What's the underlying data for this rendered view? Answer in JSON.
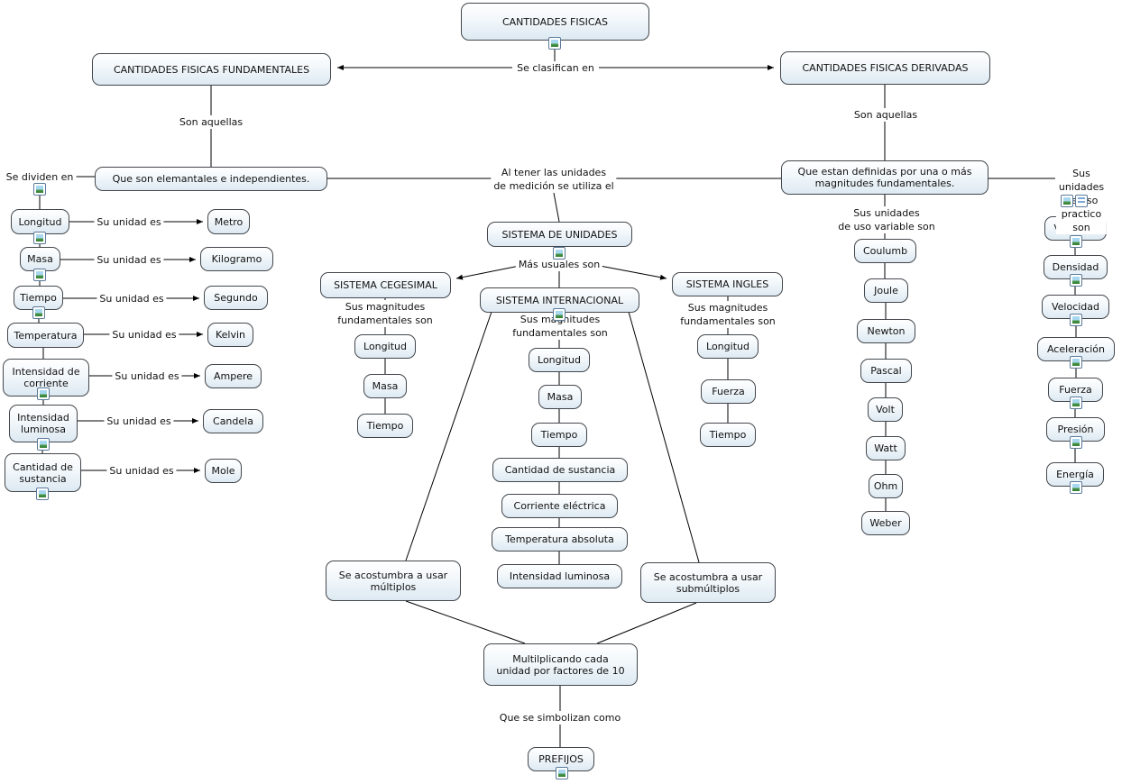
{
  "nodes": {
    "cantidades_fisicas": "CANTIDADES FISICAS",
    "fundamentales": "CANTIDADES FISICAS FUNDAMENTALES",
    "derivadas": "CANTIDADES FISICAS DERIVADAS",
    "elementales": "Que son elemantales e independientes.",
    "definidas": "Que estan definidas por una o más\nmagnitudes fundamentales.",
    "longitud": "Longitud",
    "masa": "Masa",
    "tiempo": "Tiempo",
    "temperatura": "Temperatura",
    "intensidad_corriente": "Intensidad de\ncorriente",
    "intensidad_luminosa": "Intensidad\nluminosa",
    "cantidad_sustancia": "Cantidad de\nsustancia",
    "metro": "Metro",
    "kilogramo": "Kilogramo",
    "segundo": "Segundo",
    "kelvin": "Kelvin",
    "ampere": "Ampere",
    "candela": "Candela",
    "mole": "Mole",
    "sistema_unidades": "SISTEMA DE UNIDADES",
    "sistema_cegesimal": "SISTEMA CEGESIMAL",
    "sistema_internacional": "SISTEMA INTERNACIONAL",
    "sistema_ingles": "SISTEMA INGLES",
    "ceg_longitud": "Longitud",
    "ceg_masa": "Masa",
    "ceg_tiempo": "Tiempo",
    "si_longitud": "Longitud",
    "si_masa": "Masa",
    "si_tiempo": "Tiempo",
    "si_cantidad_sustancia": "Cantidad de sustancia",
    "si_corriente_electrica": "Corriente eléctrica",
    "si_temperatura_absoluta": "Temperatura absoluta",
    "si_intensidad_luminosa": "Intensidad luminosa",
    "ing_longitud": "Longitud",
    "ing_fuerza": "Fuerza",
    "ing_tiempo": "Tiempo",
    "multiplos": "Se acostumbra a usar\nmúltiplos",
    "submultiplos": "Se acostumbra a usar\nsubmúltiplos",
    "factores": "Multilplicando cada\nunidad por factores de 10",
    "prefijos": "PREFIJOS",
    "coulumb": "Coulumb",
    "joule": "Joule",
    "newton": "Newton",
    "pascal": "Pascal",
    "volt": "Volt",
    "watt": "Watt",
    "ohm": "Ohm",
    "weber": "Weber",
    "volumen": "Volumen",
    "densidad": "Densidad",
    "velocidad": "Velocidad",
    "aceleracion": "Aceleración",
    "fuerza": "Fuerza",
    "presion": "Presión",
    "energia": "Energía"
  },
  "links": {
    "se_clasifican": "Se clasifican en",
    "son_aquellas_izq": "Son aquellas",
    "son_aquellas_der": "Son aquellas",
    "se_dividen": "Se dividen en",
    "su_unidad": "Su unidad es",
    "al_tener": "Al tener las unidades\nde medición se utiliza el",
    "mas_usuales": "Más usuales son",
    "sus_magnitudes": "Sus magnitudes\nfundamentales son",
    "sus_unidades_variable": "Sus unidades\nde uso variable son",
    "sus_unidades_practico": "Sus unidades\nde uso practico son",
    "que_simbolizan": "Que se simbolizan como"
  },
  "icons": {
    "image_resource": "image-resource-icon",
    "table_resource": "table-resource-icon"
  },
  "colors": {
    "node_border": "#43474c",
    "node_fill_bottom": "#dde9f2",
    "line": "#000000",
    "text": "#111111",
    "background": "#ffffff"
  }
}
